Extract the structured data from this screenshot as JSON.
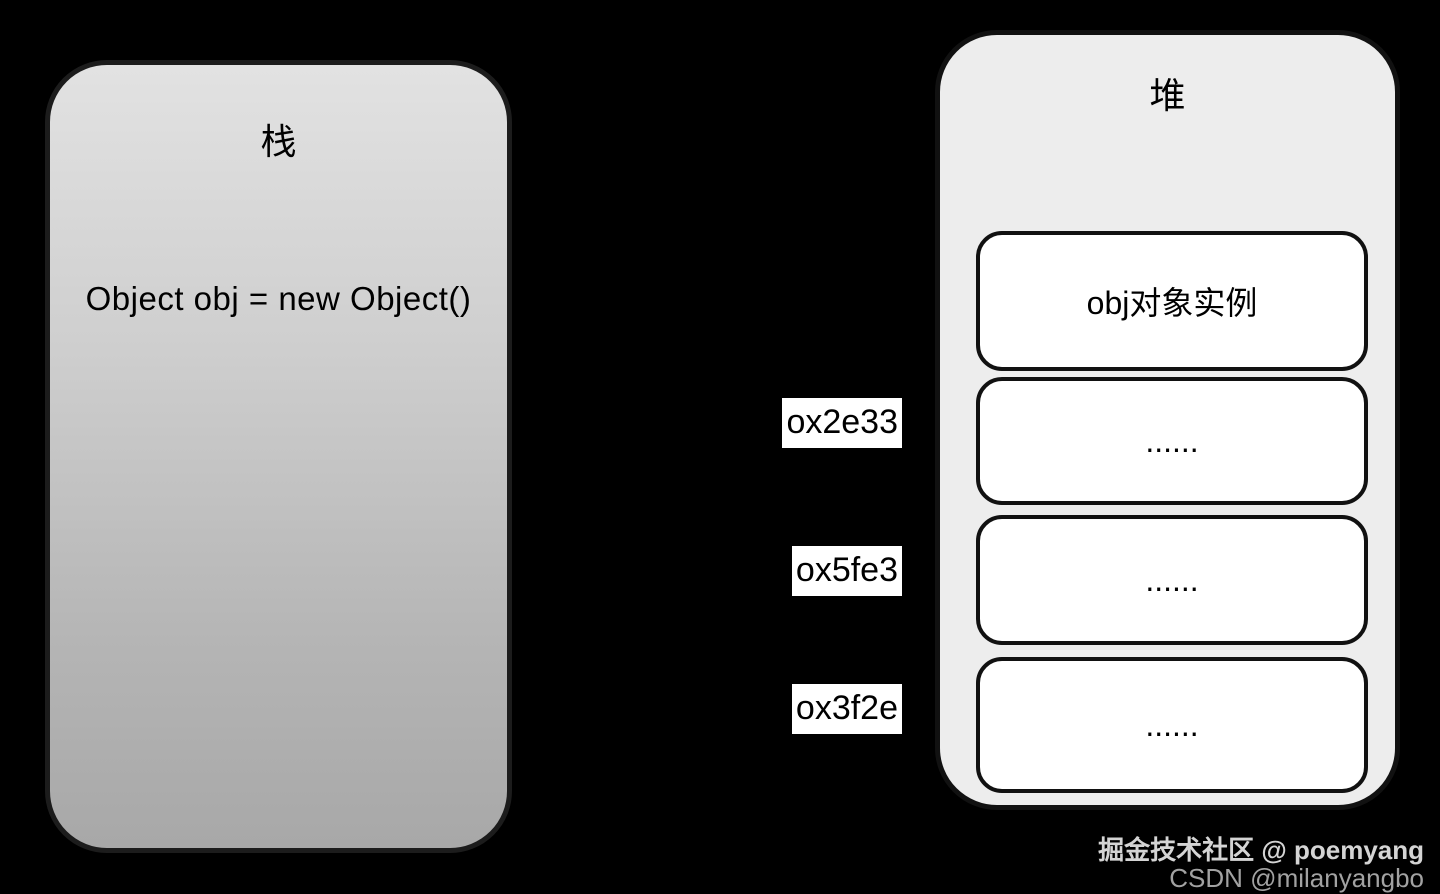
{
  "stack": {
    "title": "栈",
    "code": "Object obj = new Object()"
  },
  "heap": {
    "title": "堆",
    "cells": [
      {
        "label": "obj对象实例",
        "address": ""
      },
      {
        "label": "......",
        "address": "ox2e33"
      },
      {
        "label": "......",
        "address": "ox5fe3"
      },
      {
        "label": "......",
        "address": "ox3f2e"
      }
    ]
  },
  "watermark": {
    "line1": "掘金技术社区 @ poemyang",
    "line2": "CSDN @milanyangbo"
  }
}
